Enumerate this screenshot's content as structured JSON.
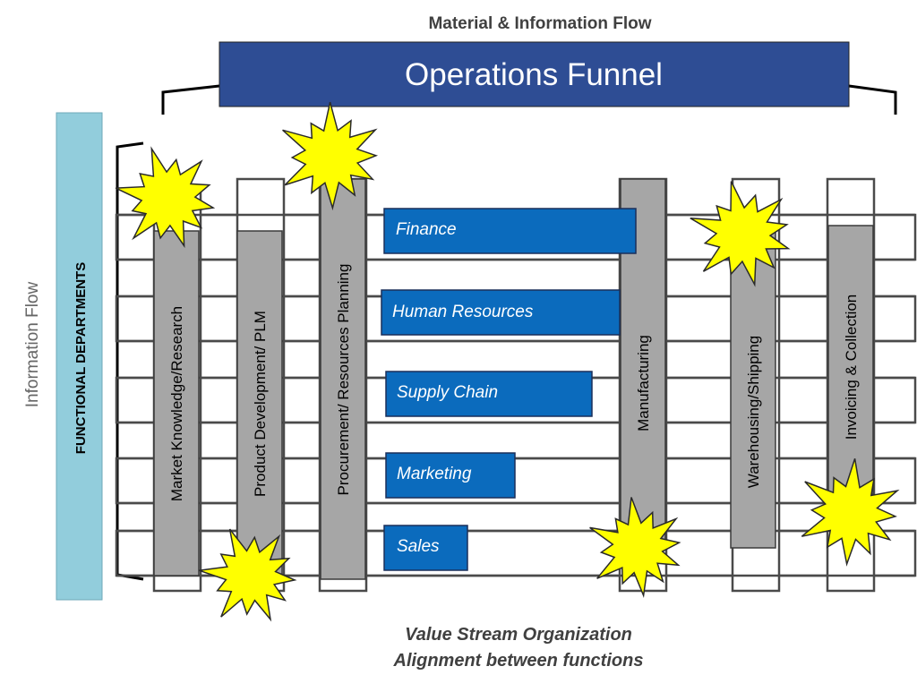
{
  "header": {
    "top_label": "Material & Information Flow",
    "funnel_title": "Operations Funnel"
  },
  "sidebar": {
    "information_flow": "Information  Flow",
    "functional_departments": "FUNCTIONAL DEPARTMENTS"
  },
  "functions": [
    {
      "id": "market",
      "label": "Market Knowledge/Research"
    },
    {
      "id": "product",
      "label": "Product Development/ PLM"
    },
    {
      "id": "procurement",
      "label": "Procurement/ Resources  Planning"
    },
    {
      "id": "manufacturing",
      "label": "Manufacturing"
    },
    {
      "id": "warehousing",
      "label": "Warehousing/Shipping"
    },
    {
      "id": "invoicing",
      "label": "Invoicing  &  Collection"
    }
  ],
  "departments": [
    {
      "id": "finance",
      "label": "Finance"
    },
    {
      "id": "hr",
      "label": "Human Resources"
    },
    {
      "id": "supply",
      "label": "Supply Chain"
    },
    {
      "id": "marketing",
      "label": "Marketing"
    },
    {
      "id": "sales",
      "label": "Sales"
    }
  ],
  "footer": {
    "line1": "Value Stream Organization",
    "line2": "Alignment between functions"
  },
  "colors": {
    "funnel": "#2e4d94",
    "department": "#0b6bbd",
    "sidebar": "#92cddc",
    "function_bar": "#a6a6a6",
    "starburst": "#ffff00",
    "grid": "#4a4a4a"
  }
}
